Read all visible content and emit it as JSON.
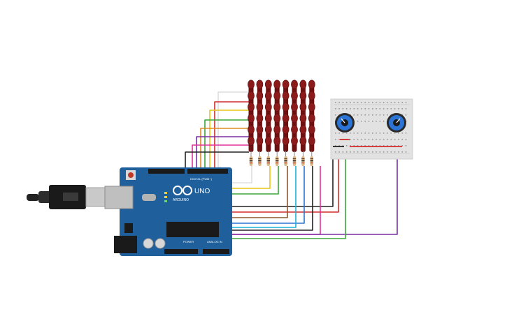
{
  "circuit": {
    "board": {
      "model_text": "UNO",
      "brand_text": "ARDUINO",
      "header_text": "DIGITAL (PWM~)",
      "power_text": "POWER",
      "analog_text": "ANALOG IN",
      "color": "#1f5f9c"
    },
    "usb_cable": {
      "color": "#222222"
    },
    "led_columns": 8,
    "leds_per_column": 6,
    "led_color": "#8b1a1a",
    "resistor_count": 8,
    "potentiometers": 2,
    "wire_colors": {
      "white": "#e8e8e8",
      "red": "#d42a2a",
      "yellow": "#e6c619",
      "green": "#3aa63a",
      "orange": "#e38a1d",
      "purple": "#7b2fa3",
      "pink": "#e0309a",
      "blue": "#2b74d6",
      "black": "#222222",
      "brown": "#8a5a2b",
      "cyan": "#1ab2d6"
    }
  }
}
